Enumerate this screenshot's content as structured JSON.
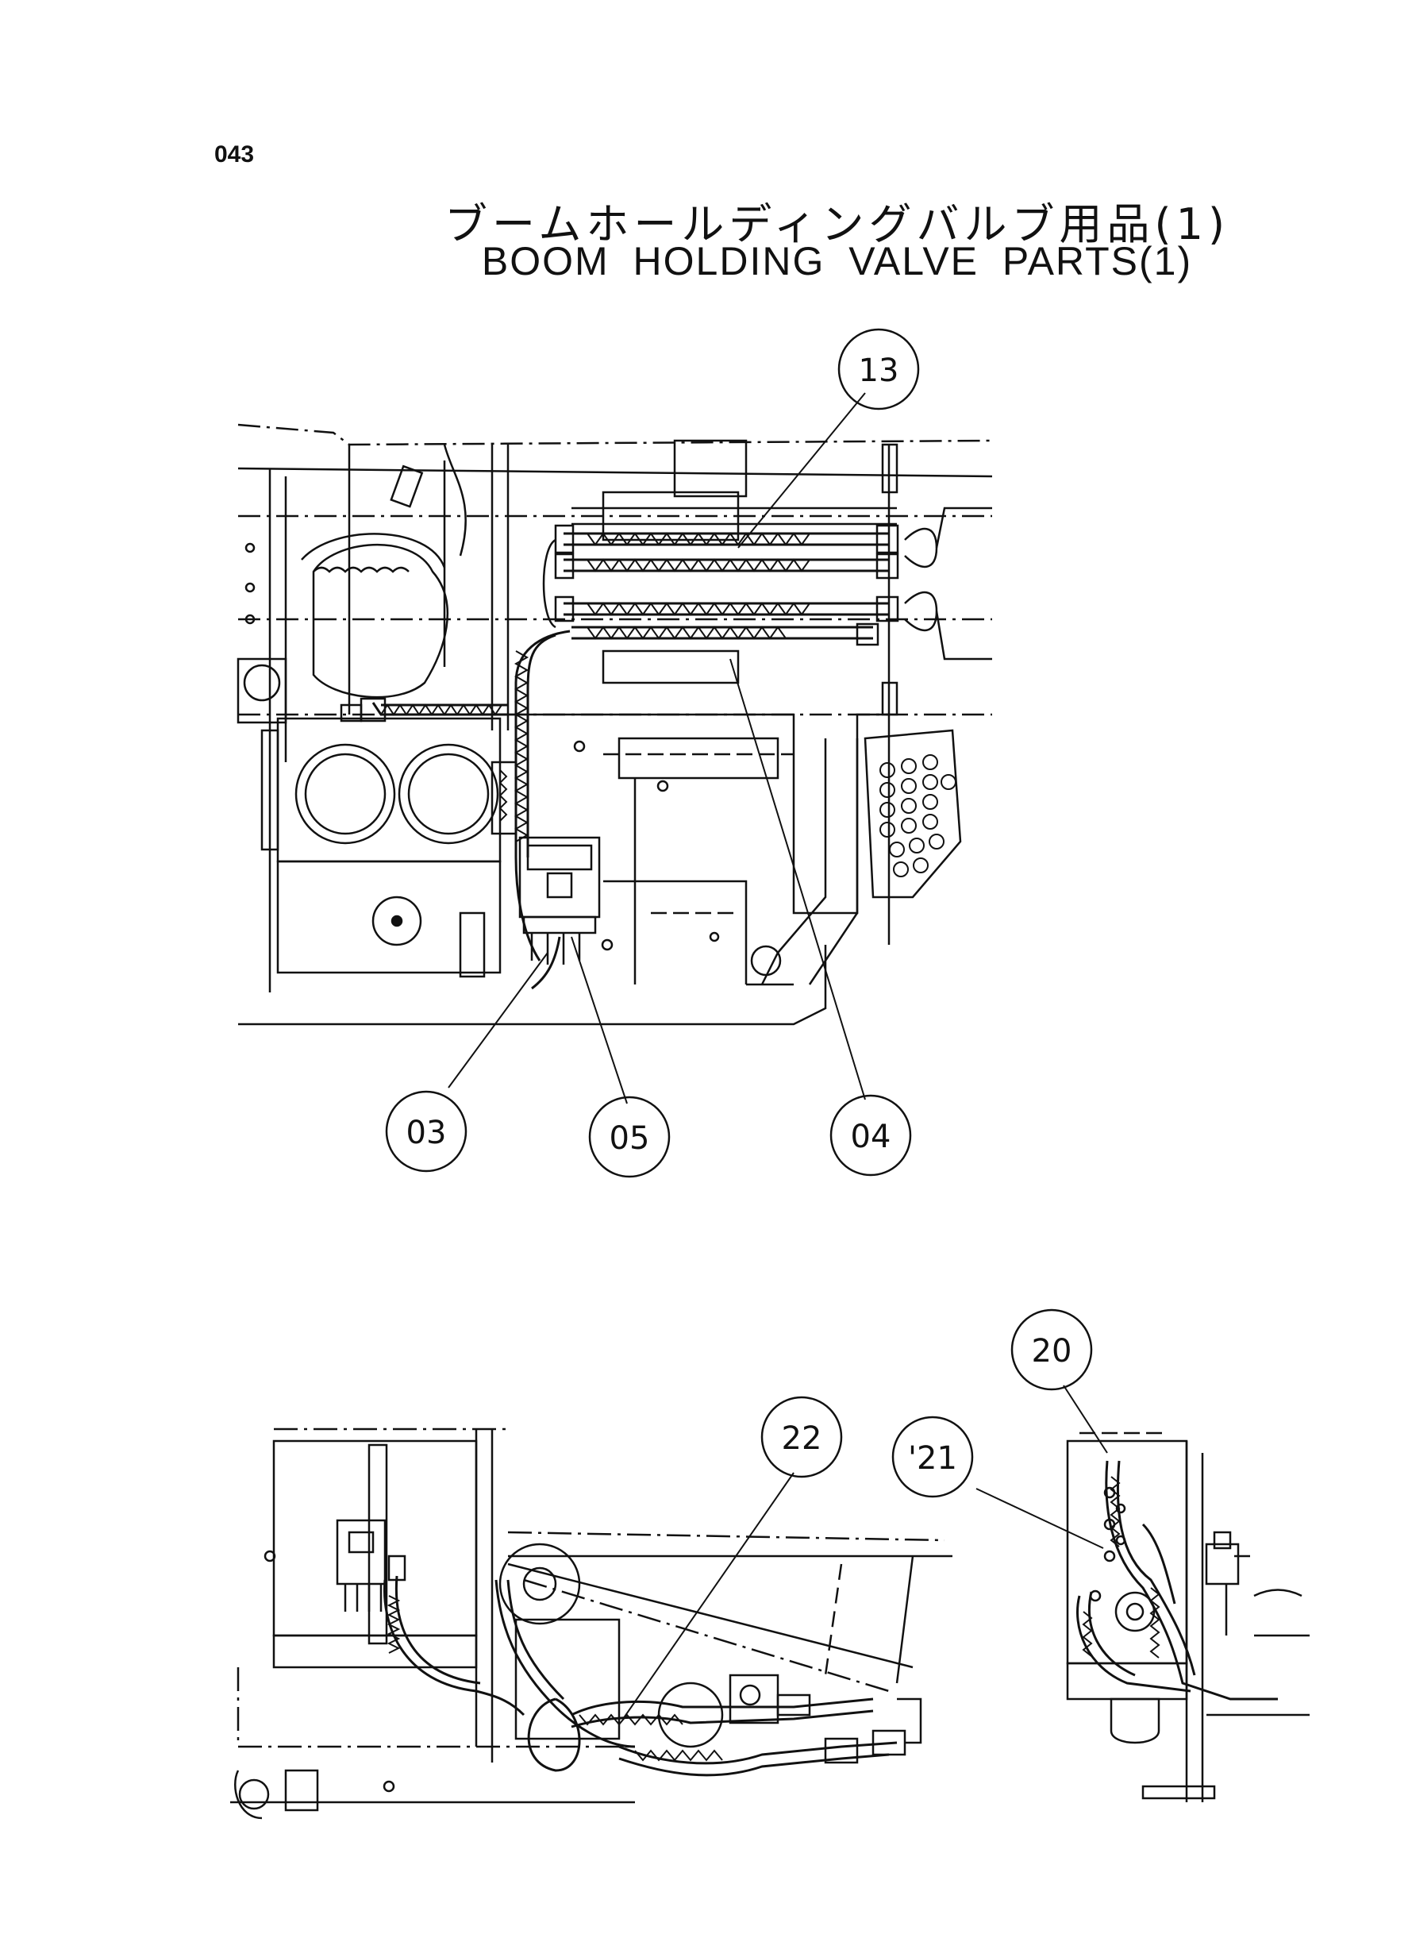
{
  "page": {
    "number": "043",
    "title_jp": "ブームホールディングバルブ用品(1)",
    "title_en": "BOOM HOLDING VALVE PARTS(1)"
  },
  "callouts": [
    {
      "id": "c13",
      "label": "13"
    },
    {
      "id": "c03",
      "label": "03"
    },
    {
      "id": "c05",
      "label": "05"
    },
    {
      "id": "c04",
      "label": "04"
    },
    {
      "id": "c20",
      "label": "20"
    },
    {
      "id": "c21",
      "label": "'21"
    },
    {
      "id": "c22",
      "label": "22"
    }
  ]
}
